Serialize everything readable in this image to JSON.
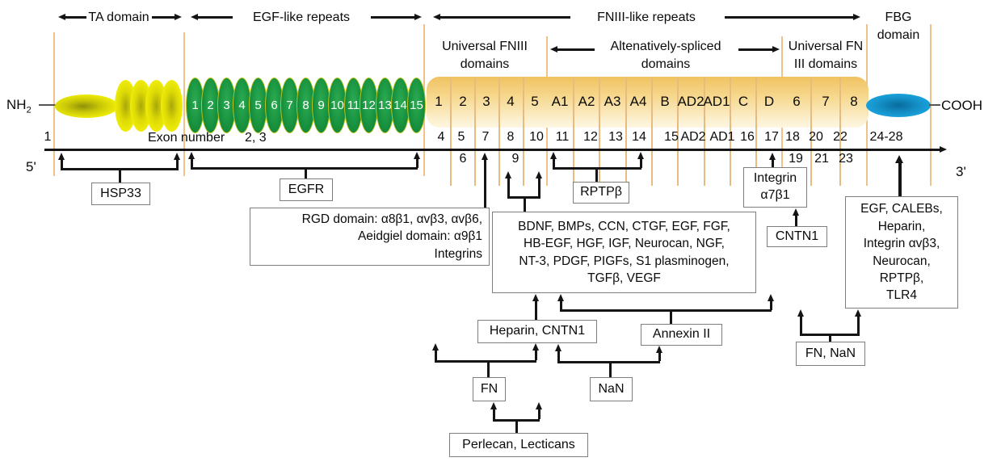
{
  "termini": {
    "nh_base": "NH",
    "nh_sub": "2",
    "cooh": "COOH"
  },
  "strand": {
    "five_prime": "5'",
    "three_prime": "3'",
    "position_one": "1"
  },
  "regions": {
    "ta": "TA domain",
    "egf": "EGF-like repeats",
    "fniii": "FNIII-like repeats",
    "fbg_line1": "FBG",
    "fbg_line2": "domain"
  },
  "subregions": {
    "universal_left_line1": "Universal FNIII",
    "universal_left_line2": "domains",
    "alt_line1": "Altenatively-spliced",
    "alt_line2": "domains",
    "universal_right_line1": "Universal FN",
    "universal_right_line2": "III domains"
  },
  "exon_row": {
    "label": "Exon number",
    "egf_exons": "2, 3"
  },
  "egf_repeats": [
    "1",
    "2",
    "3",
    "4",
    "5",
    "6",
    "7",
    "8",
    "9",
    "10",
    "11",
    "12",
    "13",
    "14",
    "15"
  ],
  "fniii_cells": [
    "1",
    "2",
    "3",
    "4",
    "5",
    "A1",
    "A2",
    "A3",
    "A4",
    "B",
    "AD2",
    "AD1",
    "C",
    "D",
    "6",
    "7",
    "8"
  ],
  "exons_top": [
    "4",
    "5",
    "7",
    "8",
    "10",
    "11",
    "12",
    "13",
    "14",
    "15",
    "AD2",
    "AD1",
    "16",
    "17",
    "18",
    "20",
    "22",
    "24-28"
  ],
  "exons_bottom": [
    "6",
    "9",
    "19",
    "21",
    "23"
  ],
  "boxes": {
    "hsp33": "HSP33",
    "egfr": "EGFR",
    "rgd": [
      "RGD domain: α8β1, αvβ3, αvβ6,",
      "Aeidgiel domain: α9β1",
      "Integrins"
    ],
    "bdnf": [
      "BDNF, BMPs, CCN,  CTGF, EGF, FGF,",
      "HB-EGF, HGF, IGF, Neurocan, NGF,",
      "NT-3, PDGF, PIGFs, S1 plasminogen,",
      "TGFβ, VEGF"
    ],
    "rptpb": "RPTPβ",
    "integrin_a7b1": [
      "Integrin",
      "α7β1"
    ],
    "cntn1": "CNTN1",
    "egf_calebs": [
      "EGF, CALEBs,",
      "Heparin,",
      "Integrin αvβ3,",
      "Neurocan,",
      "RPTPβ,",
      "TLR4"
    ],
    "heparin_cntn1": "Heparin, CNTN1",
    "annexin": "Annexin II",
    "fn": "FN",
    "nan": "NaN",
    "fn_nan": "FN, NaN",
    "perlecan": "Perlecan, Lecticans"
  },
  "colors": {
    "ta_yellow": "#f0ed08",
    "egf_green": "#18923f",
    "fniii_orange_top": "#f0c261",
    "fniii_cream_bottom": "#fdf6e1",
    "fbg_blue": "#1ba3dd",
    "guide_tan": "#efc28c",
    "line_black": "#141414"
  }
}
